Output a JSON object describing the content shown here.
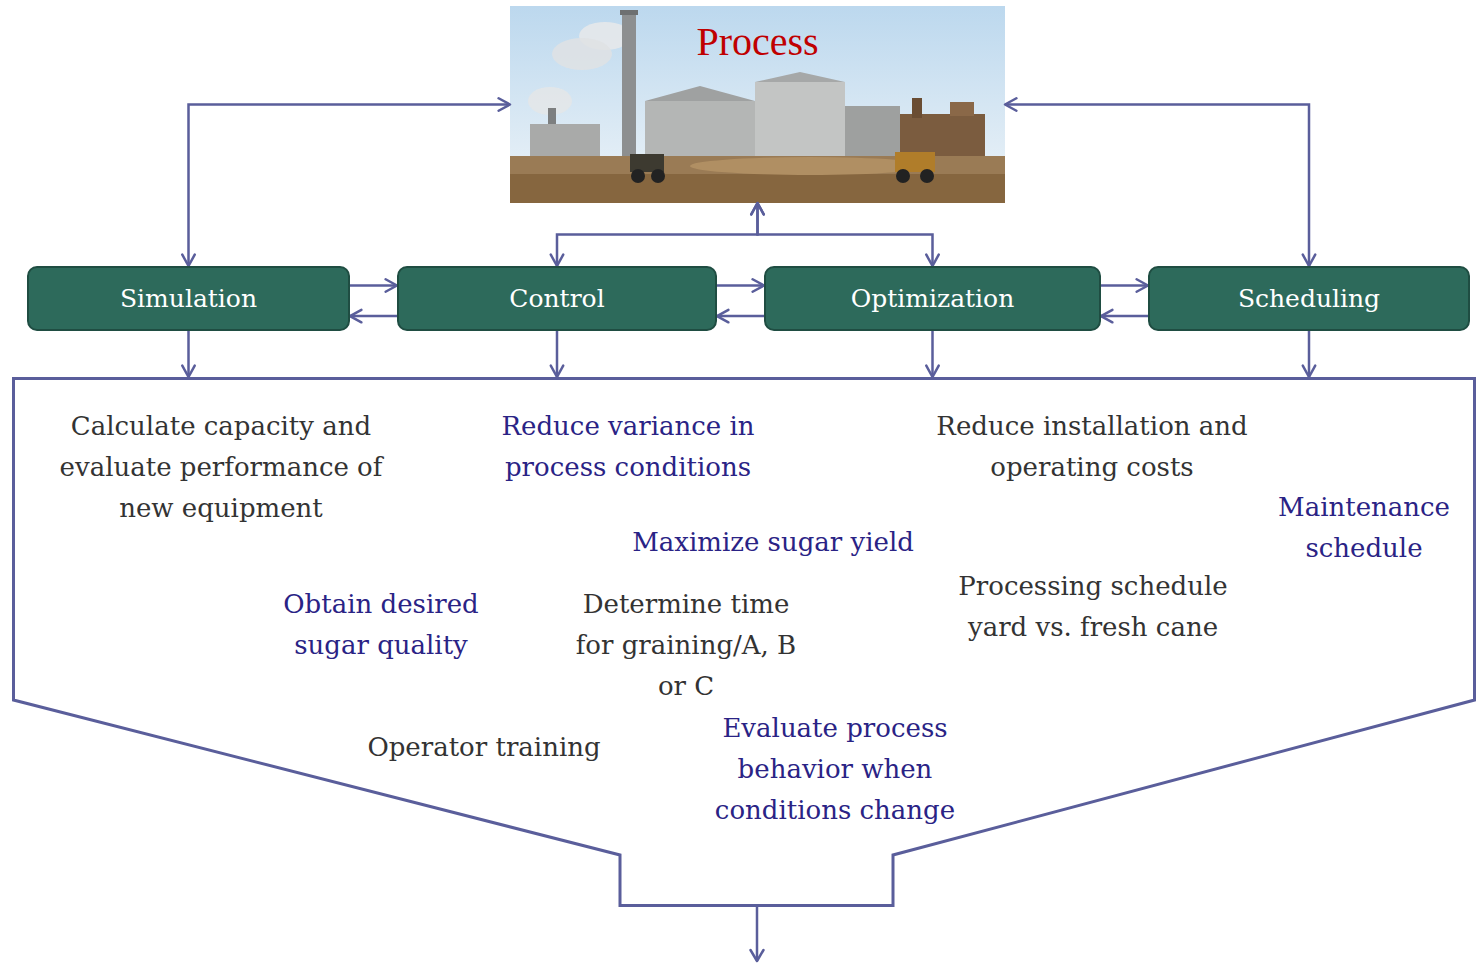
{
  "diagram": {
    "nodes": [
      {
        "text": [
          "Process"
        ]
      },
      {
        "text": [
          "Simulation"
        ]
      },
      {
        "text": [
          "Control"
        ]
      },
      {
        "text": [
          "Optimization"
        ]
      },
      {
        "text": [
          "Scheduling"
        ]
      },
      {
        "text": [
          "Calculate capacity and evaluate performance of new equipment",
          "Reduce variance in process conditions",
          "Reduce installation and operating costs",
          "Maintenance schedule",
          "Maximize sugar yield",
          "Obtain desired sugar quality",
          "Determine time for graining/A, B or C",
          "Processing schedule yard vs. fresh cane",
          "Operator training",
          "Evaluate process behavior when conditions change"
        ]
      }
    ],
    "edges": [
      {
        "from": 0,
        "to": 1,
        "arrow": "both"
      },
      {
        "from": 0,
        "to": 2,
        "arrow": "both"
      },
      {
        "from": 0,
        "to": 3,
        "arrow": "both"
      },
      {
        "from": 0,
        "to": 4,
        "arrow": "both"
      },
      {
        "from": 1,
        "to": 2,
        "arrow": "to"
      },
      {
        "from": 2,
        "to": 1,
        "arrow": "to"
      },
      {
        "from": 2,
        "to": 3,
        "arrow": "to"
      },
      {
        "from": 3,
        "to": 2,
        "arrow": "to"
      },
      {
        "from": 3,
        "to": 4,
        "arrow": "to"
      },
      {
        "from": 4,
        "to": 3,
        "arrow": "to"
      },
      {
        "from": 1,
        "to": 5,
        "arrow": "to"
      },
      {
        "from": 2,
        "to": 5,
        "arrow": "to"
      },
      {
        "from": 3,
        "to": 5,
        "arrow": "to"
      },
      {
        "from": 4,
        "to": 5,
        "arrow": "to"
      }
    ]
  }
}
